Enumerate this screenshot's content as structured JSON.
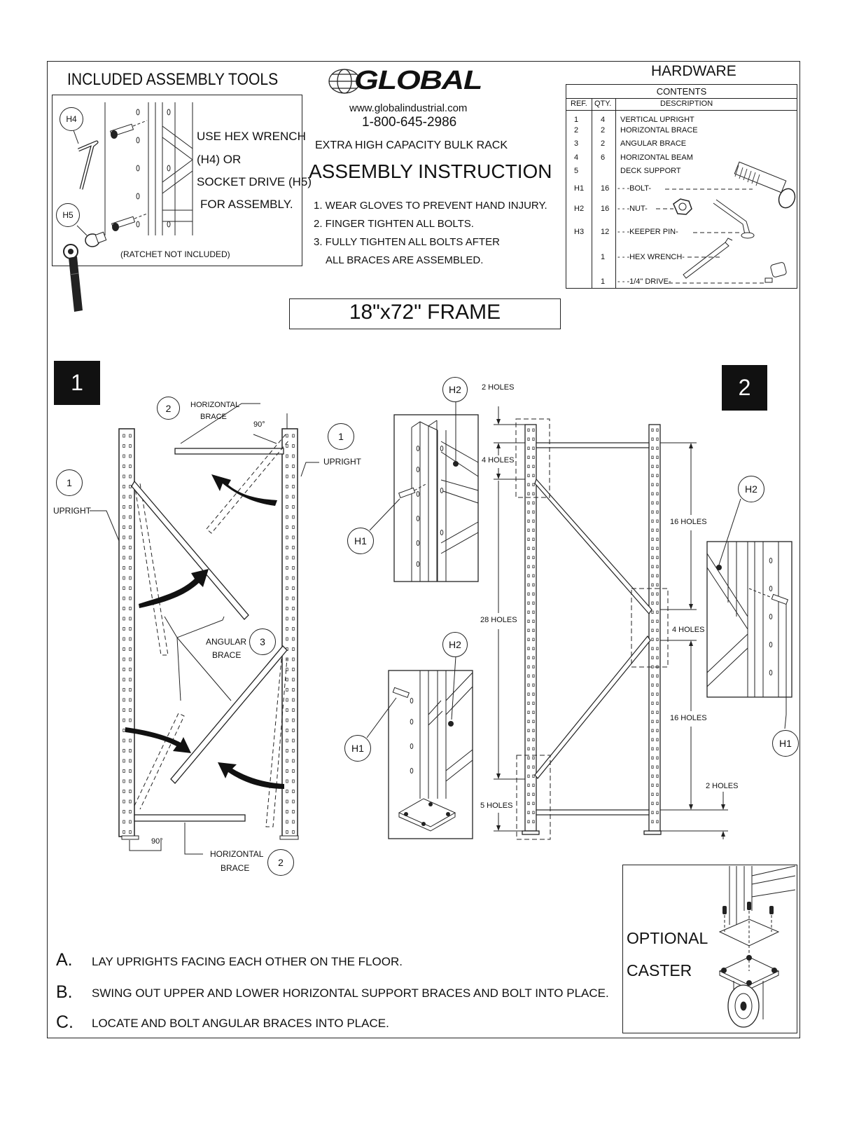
{
  "brand": {
    "logo_text": "GLOBAL",
    "website": "www.globalindustrial.com",
    "phone": "1-800-645-2986"
  },
  "product": {
    "subtitle": "EXTRA HIGH CAPACITY BULK RACK",
    "title": "ASSEMBLY INSTRUCTION",
    "frame_label": "18\"x72\" FRAME"
  },
  "safety_steps": [
    "1. WEAR GLOVES TO PREVENT HAND INJURY.",
    "2. FINGER TIGHTEN ALL BOLTS.",
    "3. FULLY TIGHTEN ALL BOLTS AFTER",
    "ALL BRACES ARE ASSEMBLED."
  ],
  "tools": {
    "heading": "INCLUDED ASSEMBLY TOOLS",
    "lines": [
      "USE HEX WRENCH",
      "(H4) OR",
      "SOCKET DRIVE (H5)",
      "FOR ASSEMBLY."
    ],
    "note": "(RATCHET NOT INCLUDED)",
    "h4": "H4",
    "h5": "H5"
  },
  "hardware": {
    "heading": "HARDWARE",
    "contents": "CONTENTS",
    "columns": [
      "REF.",
      "QTY.",
      "DESCRIPTION"
    ],
    "rows": [
      {
        "ref": "1",
        "qty": "4",
        "desc": "VERTICAL UPRIGHT"
      },
      {
        "ref": "2",
        "qty": "2",
        "desc": "HORIZONTAL BRACE"
      },
      {
        "ref": "3",
        "qty": "2",
        "desc": "ANGULAR BRACE"
      },
      {
        "ref": "4",
        "qty": "6",
        "desc": "HORIZONTAL BEAM"
      },
      {
        "ref": "5",
        "qty": "",
        "desc": "DECK SUPPORT"
      },
      {
        "ref": "H1",
        "qty": "16",
        "desc": "BOLT"
      },
      {
        "ref": "H2",
        "qty": "16",
        "desc": "NUT"
      },
      {
        "ref": "H3",
        "qty": "12",
        "desc": "KEEPER PIN"
      },
      {
        "ref": "",
        "qty": "1",
        "desc": "HEX WRENCH"
      },
      {
        "ref": "",
        "qty": "1",
        "desc": "1/4\" DRIVE"
      }
    ]
  },
  "step1": {
    "number": "1",
    "labels": {
      "horizontal_brace": "HORIZONTAL",
      "brace": "BRACE",
      "upright": "UPRIGHT",
      "angular": "ANGULAR",
      "angle": "90°",
      "one": "1",
      "two": "2",
      "three": "3"
    }
  },
  "step2": {
    "number": "2",
    "labels": {
      "two_holes": "2 HOLES",
      "four_holes": "4 HOLES",
      "sixteen_holes": "16 HOLES",
      "twentyeight_holes": "28 HOLES",
      "five_holes": "5 HOLES",
      "h1": "H1",
      "h2": "H2"
    }
  },
  "caster": {
    "line1": "OPTIONAL",
    "line2": "CASTER"
  },
  "instructions": [
    {
      "letter": "A.",
      "text": "LAY UPRIGHTS FACING EACH OTHER ON THE FLOOR."
    },
    {
      "letter": "B.",
      "text": "SWING OUT UPPER AND LOWER HORIZONTAL SUPPORT BRACES AND BOLT INTO PLACE."
    },
    {
      "letter": "C.",
      "text": "LOCATE AND BOLT ANGULAR BRACES INTO PLACE."
    }
  ]
}
